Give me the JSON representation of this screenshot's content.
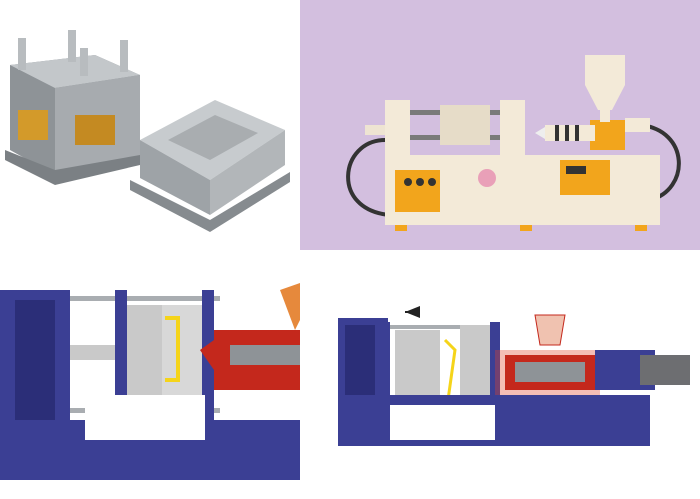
{
  "colors": {
    "background": "#ffffff",
    "lavender": "#d3bfdf",
    "machine_body": "#f3ead8",
    "accent_orange": "#f2a51c",
    "diagram_blue": "#3b3f94",
    "diagram_blue_dark": "#2b2e78",
    "barrel_red": "#c4281c",
    "mold_gray": "#c9c9c9",
    "part_yellow": "#f5d41a",
    "steel": "#a9adb1"
  },
  "panels": [
    {
      "id": "mold-photo",
      "icon": "mold-photo"
    },
    {
      "id": "machine-illustration",
      "icon": "injection-machine-illustration"
    },
    {
      "id": "injection-diagram",
      "icon": "injection-phase-diagram"
    },
    {
      "id": "ejection-diagram",
      "icon": "ejection-phase-diagram"
    }
  ]
}
